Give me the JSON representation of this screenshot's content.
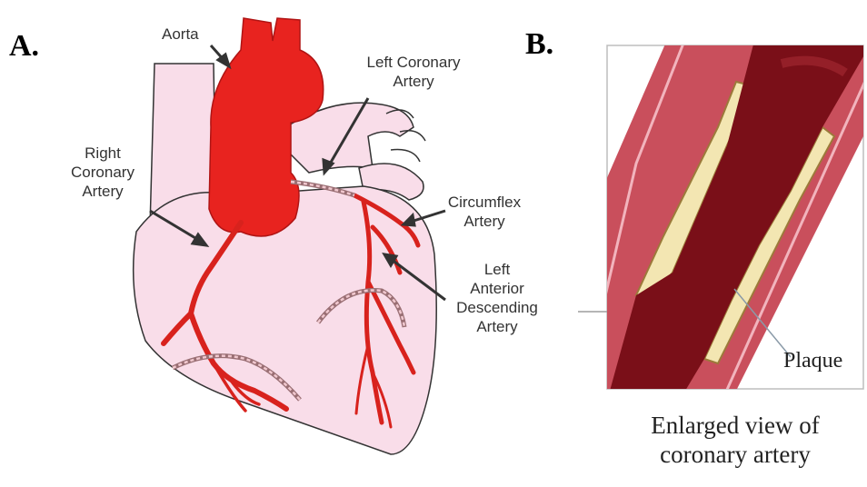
{
  "panel_a": {
    "letter": "A.",
    "labels": {
      "aorta": "Aorta",
      "left_coronary_1": "Left Coronary",
      "left_coronary_2": "Artery",
      "right_coronary_1": "Right",
      "right_coronary_2": "Coronary",
      "right_coronary_3": "Artery",
      "circumflex_1": "Circumflex",
      "circumflex_2": "Artery",
      "lad_1": "Left",
      "lad_2": "Anterior",
      "lad_3": "Descending",
      "lad_4": "Artery"
    }
  },
  "panel_b": {
    "letter": "B.",
    "plaque_label": "Plaque",
    "caption_line1": "Enlarged view of",
    "caption_line2": "coronary artery"
  },
  "colors": {
    "heart_fill": "#f9dde9",
    "artery_red": "#e8231f",
    "vessel_outer": "#c94f5c",
    "vessel_lumen": "#7a0f18",
    "plaque": "#f3e6b2"
  }
}
